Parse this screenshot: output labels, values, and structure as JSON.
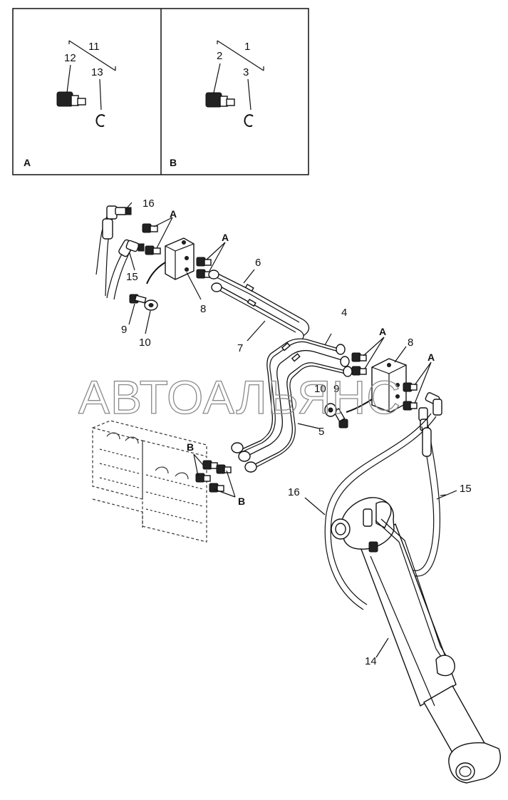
{
  "detail_views": {
    "a": {
      "tag": "A",
      "group_label": "11",
      "part_labels": [
        "12",
        "13"
      ]
    },
    "b": {
      "tag": "B",
      "group_label": "1",
      "part_labels": [
        "2",
        "3"
      ]
    }
  },
  "callouts": {
    "c16_top": "16",
    "c15_left": "15",
    "c8_left": "8",
    "c9_left": "9",
    "c10_left": "10",
    "c6": "6",
    "c7": "7",
    "c4": "4",
    "c8_right": "8",
    "c10_right": "10",
    "c9_right": "9",
    "c5": "5",
    "c16_right": "16",
    "c15_right": "15",
    "c14": "14",
    "a_top_left": "A",
    "a_mid_left": "A",
    "a_right_block": "A",
    "a_far_right": "A",
    "b_upper": "B",
    "b_lower": "B"
  },
  "watermark": "АВТОАЛЬЯНС"
}
